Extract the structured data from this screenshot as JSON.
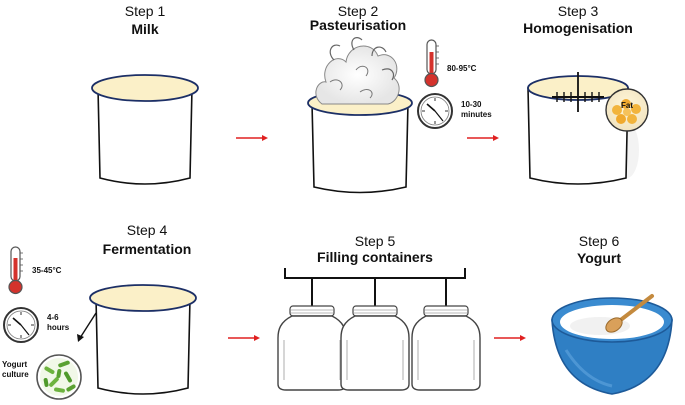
{
  "steps": [
    {
      "step": "Step 1",
      "title": "Milk"
    },
    {
      "step": "Step 2",
      "title": "Pasteurisation",
      "temp": "80-95°C",
      "time": "10-30 minutes"
    },
    {
      "step": "Step 3",
      "title": "Homogenisation",
      "fat": "Fat"
    },
    {
      "step": "Step 4",
      "title": "Fermentation",
      "temp": "35-45°C",
      "time": "4-6 hours",
      "culture": "Yogurt culture"
    },
    {
      "step": "Step 5",
      "title": "Filling containers"
    },
    {
      "step": "Step 6",
      "title": "Yogurt"
    }
  ],
  "colors": {
    "milk": "#fbf0c8",
    "outline": "#1c2f66",
    "arrow": "#e02020",
    "thermometer_red": "#d4322c",
    "bowl_blue": "#2f7fc4",
    "culture_green": "#6db33f",
    "fat_yellow": "#f2b43c"
  }
}
